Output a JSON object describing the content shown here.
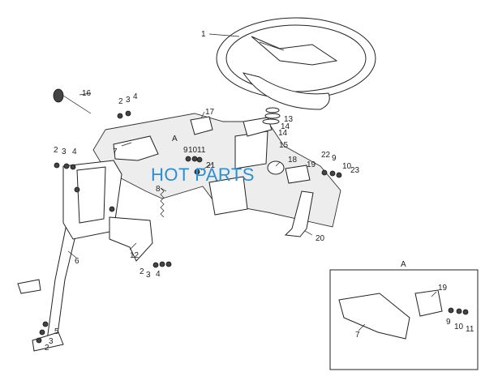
{
  "watermark": "HOT PARTS",
  "inset_label": "A",
  "callouts": [
    "1",
    "2",
    "3",
    "4",
    "5",
    "6",
    "7",
    "8",
    "9",
    "10",
    "11",
    "12",
    "13",
    "14",
    "15",
    "16",
    "17",
    "18",
    "19",
    "20",
    "21",
    "22",
    "23"
  ]
}
